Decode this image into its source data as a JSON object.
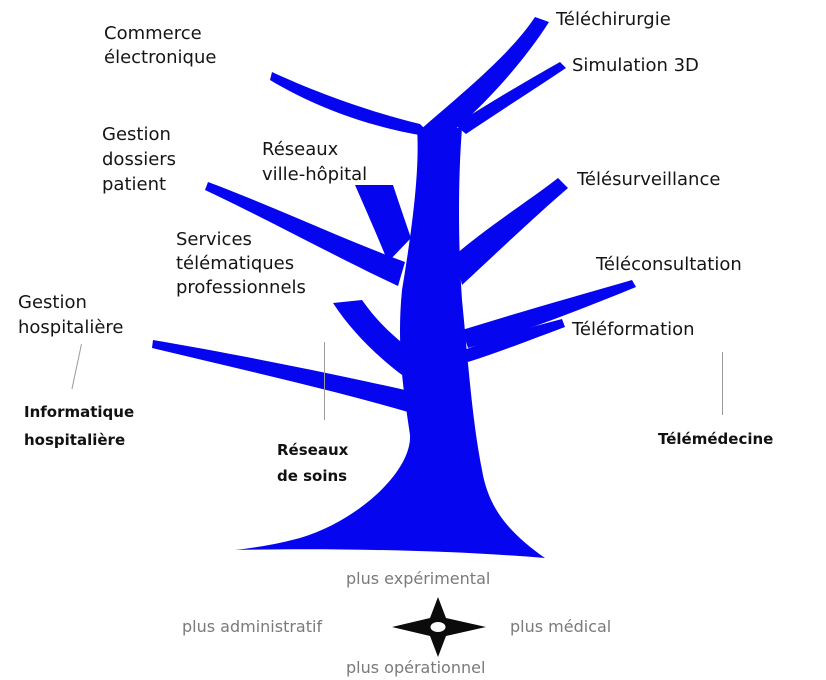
{
  "colors": {
    "tree": "#0505f0",
    "text": "#151515",
    "compass_text": "#7a7a7a"
  },
  "branches": {
    "telechirurgie": "Téléchirurgie",
    "simulation_3d": "Simulation 3D",
    "commerce_electronique": "Commerce\nélectronique",
    "gestion_dossiers_patient": "Gestion\ndossiers\npatient",
    "reseaux_ville_hopital": "Réseaux\nville-hôpital",
    "telesurveillance": "Télésurveillance",
    "services_telematiques": "Services\ntélématiques\nprofessionnels",
    "teleconsultation": "Téléconsultation",
    "gestion_hospitaliere": "Gestion\nhospitalière",
    "teleformation": "Téléformation"
  },
  "categories": {
    "informatique_hospitaliere": "Informatique\nhospitalière",
    "reseaux_de_soins": "Réseaux\nde soins",
    "telemedecine": "Télémédecine"
  },
  "compass": {
    "north": "plus expérimental",
    "west": "plus administratif",
    "east": "plus médical",
    "south": "plus opérationnel",
    "icon": "compass-rose-icon"
  }
}
